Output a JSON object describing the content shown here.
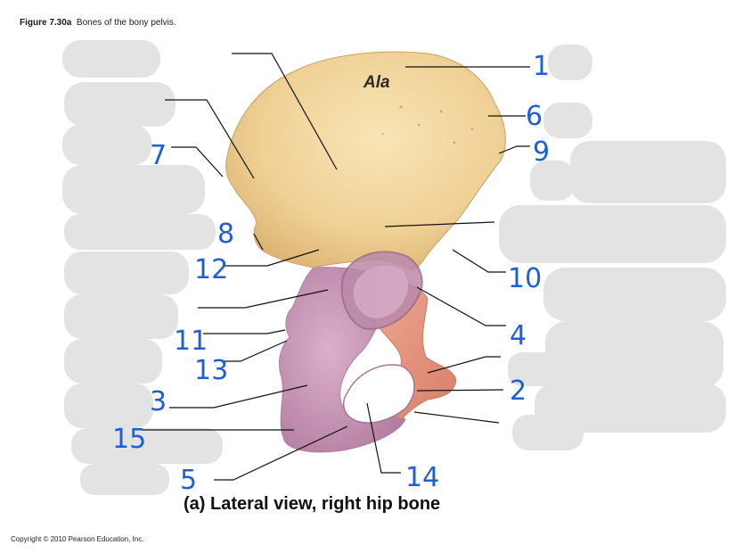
{
  "figure_title": {
    "number": "Figure 7.30a",
    "text": "Bones of the bony pelvis."
  },
  "region_label": "Ala",
  "caption": "(a) Lateral view, right hip bone",
  "copyright": "Copyright © 2010 Pearson Education, Inc.",
  "handwritten_numbers": [
    "1",
    "6",
    "9",
    "7",
    "8",
    "12",
    "10",
    "4",
    "11",
    "13",
    "3",
    "2",
    "15",
    "5",
    "14"
  ],
  "colors": {
    "ilium": "#f2d59a",
    "ischium": "#c996b8",
    "pubis": "#e5917a",
    "handwriting": "#1f5fd6",
    "redaction": "#e3e3e3"
  }
}
